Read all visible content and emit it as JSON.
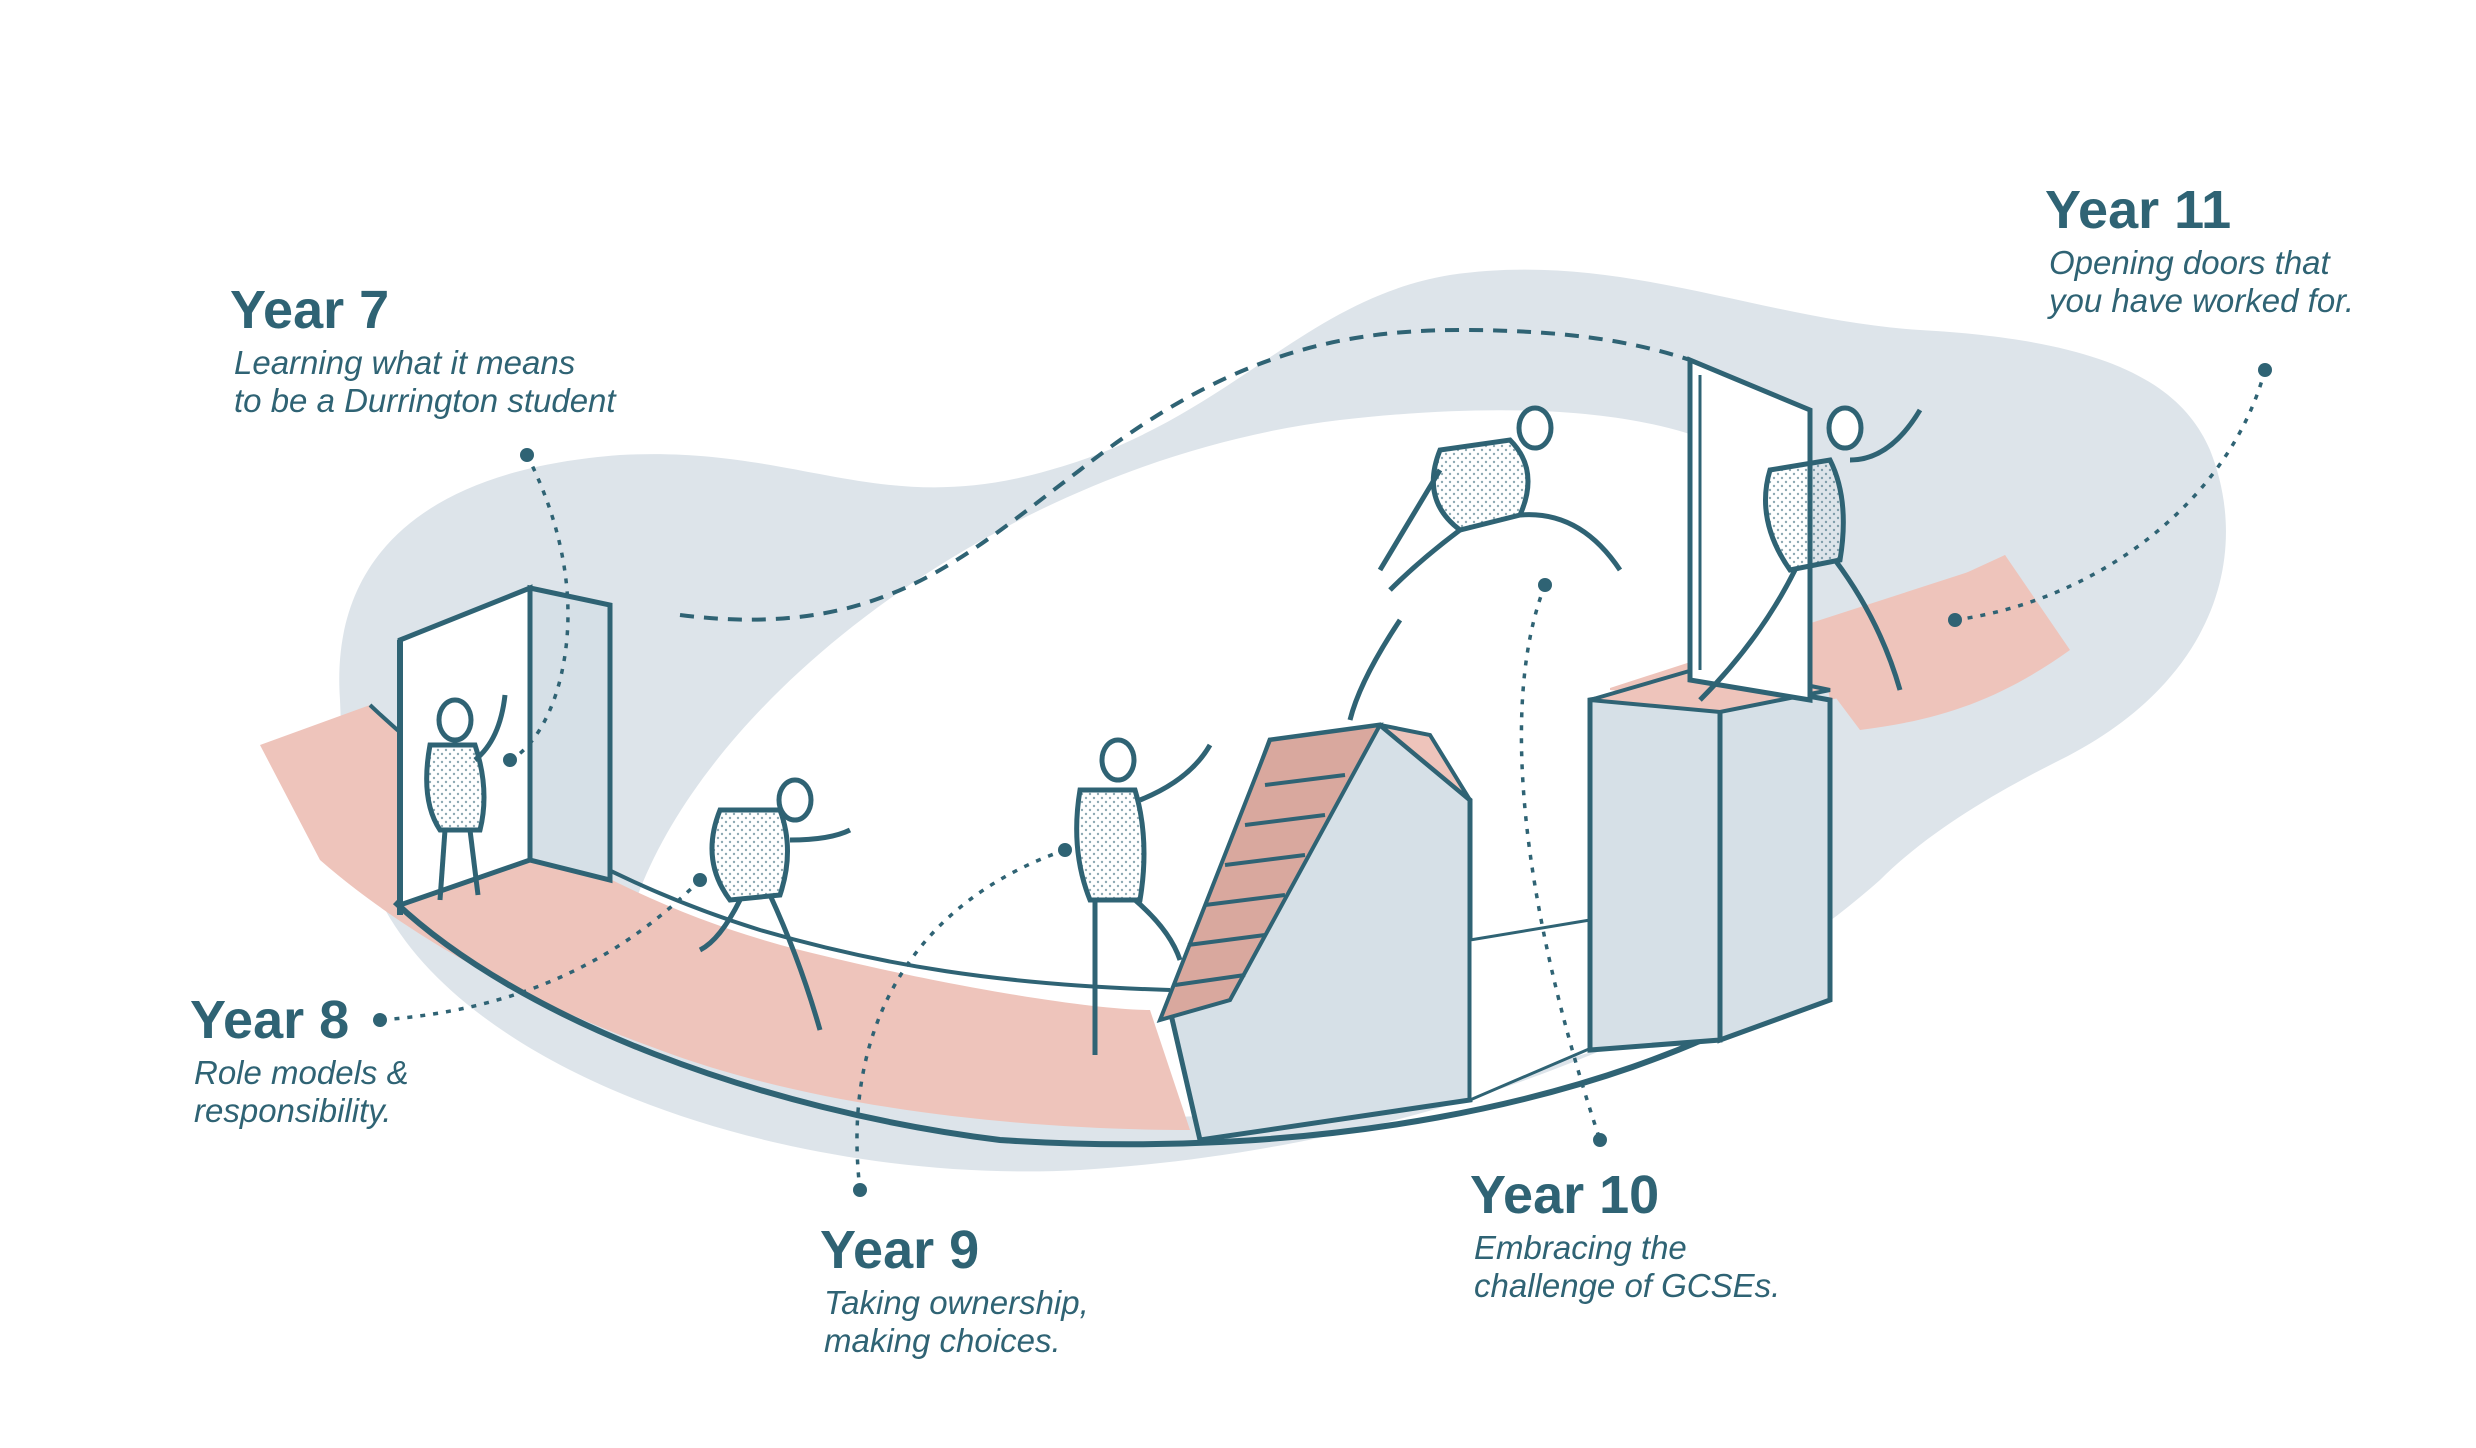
{
  "colors": {
    "ink": "#2f6374",
    "path": "#eec4bb",
    "backdrop": "#dde4ea",
    "wall": "#d6e0e7"
  },
  "stages": [
    {
      "title": "Year 7",
      "lines": [
        "Learning what it means",
        "to be a Durrington student"
      ]
    },
    {
      "title": "Year 8",
      "lines": [
        "Role models &",
        "responsibility."
      ]
    },
    {
      "title": "Year 9",
      "lines": [
        "Taking ownership,",
        "making choices."
      ]
    },
    {
      "title": "Year 10",
      "lines": [
        "Embracing the",
        "challenge of GCSEs."
      ]
    },
    {
      "title": "Year 11",
      "lines": [
        "Opening doors that",
        "you have worked for."
      ]
    }
  ]
}
